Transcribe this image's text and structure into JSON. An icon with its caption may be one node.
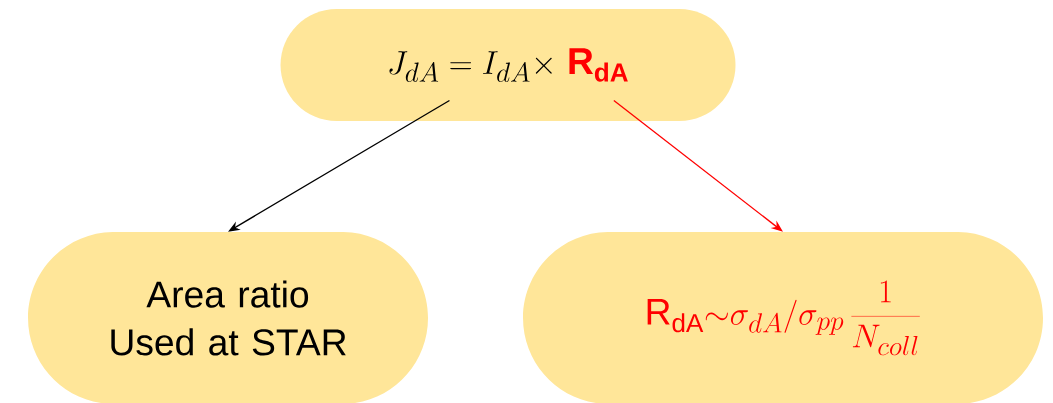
{
  "diagram": {
    "nodes": [
      {
        "text": [
          "J_{dA} = I_{dA} \\times",
          "\\mathbf{R}_{\\mathbf{dA}}"
        ]
      },
      {
        "text": [
          "Area ratio Used at STAR"
        ]
      },
      {
        "text": [
          "\\mathrm{R}_{\\mathrm{dA}} {\\sim} \\sigma_{dA}/\\sigma_{pp}\\,\\frac{1}{N_{coll}}"
        ]
      }
    ],
    "edges": [
      {
        "from": 0,
        "to": 1,
        "arrow": "to"
      },
      {
        "from": 0,
        "to": 2,
        "arrow": "to",
        "color": "#ff0000"
      }
    ]
  }
}
